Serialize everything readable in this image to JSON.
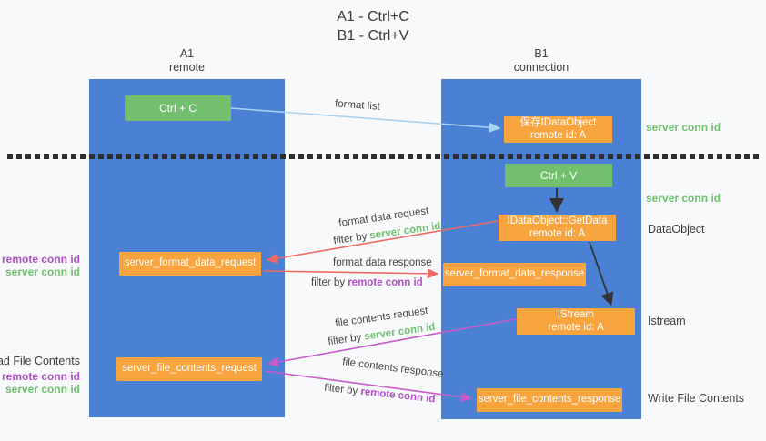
{
  "title": {
    "line1": "A1 - Ctrl+C",
    "line2": "B1 - Ctrl+V"
  },
  "lanes": {
    "left": {
      "name": "A1",
      "role": "remote"
    },
    "right": {
      "name": "B1",
      "role": "connection"
    }
  },
  "nodes": {
    "ctrl_c": {
      "label": "Ctrl + C"
    },
    "ctrl_v": {
      "label": "Ctrl + V"
    },
    "save_dataobject": {
      "line1": "保存IDataObject",
      "line2": "remote id: A"
    },
    "getdata": {
      "line1": "IDataObject::GetData",
      "line2": "remote id: A"
    },
    "istream": {
      "line1": "IStream",
      "line2": "remote id: A"
    },
    "format_request": {
      "label": "server_format_data_request"
    },
    "format_response": {
      "label": "server_format_data_response"
    },
    "file_request": {
      "label": "server_file_contents_request"
    },
    "file_response": {
      "label": "server_file_contents_response"
    }
  },
  "flow_labels": {
    "format_list": "format list",
    "format_data_request": "format data request",
    "format_data_response": "format data response",
    "file_contents_request": "file contents request",
    "file_contents_response": "file contents response",
    "filter_by": "filter by ",
    "server_conn_id": "server conn id",
    "remote_conn_id": "remote conn id"
  },
  "annotations": {
    "server_conn_id": "server conn id",
    "remote_conn_id": "remote conn id",
    "dataobject": "DataObject",
    "istream": "Istream",
    "read_file_contents": "Read File Contents",
    "write_file_contents": "Write File Contents"
  },
  "colors": {
    "lane_blue": "#4a81d5",
    "node_green": "#72bf6d",
    "node_orange": "#f8a540",
    "arrow_light_blue": "#a9d3f0",
    "arrow_red": "#ed6a66",
    "arrow_magenta": "#c75bc9",
    "arrow_black": "#333333",
    "label_green": "#6ec06f",
    "label_purple": "#b04fc6"
  }
}
